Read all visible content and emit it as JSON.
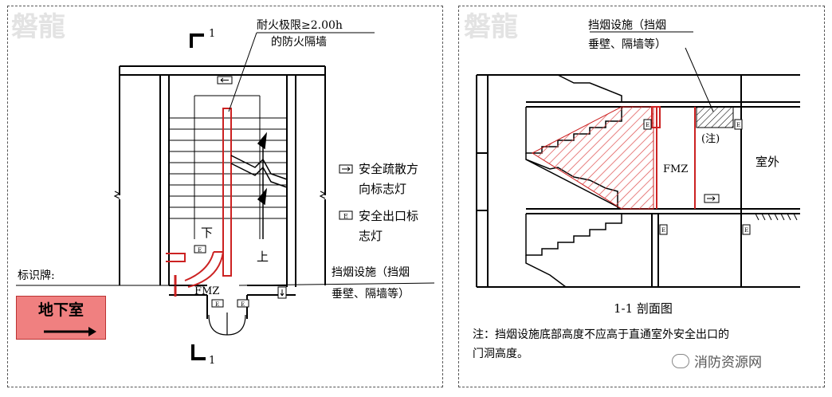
{
  "left_panel": {
    "watermark": "磐龍",
    "section_mark": "1",
    "fire_wall_label_line1": "耐火极限≥2.00h",
    "fire_wall_label_line2": "的防火隔墙",
    "legend": [
      {
        "icon": "evacuation-direction-sign-icon",
        "line1": "安全疏散方",
        "line2": "向标志灯"
      },
      {
        "icon": "exit-sign-icon",
        "line1": "安全出口标",
        "line2": "志灯"
      }
    ],
    "down_label": "下",
    "up_label": "上",
    "door_label": "FMZ",
    "sign_caption": "标识牌:",
    "smoke_barrier_line1": "挡烟设施（挡烟",
    "smoke_barrier_line2": "垂壁、隔墙等）",
    "basement_sign": {
      "text": "地下室",
      "arrow": "arrow-right-icon"
    }
  },
  "right_panel": {
    "watermark": "磐龍",
    "smoke_barrier_line1": "挡烟设施（挡烟",
    "smoke_barrier_line2": "垂壁、隔墙等）",
    "note_mark": "(注)",
    "door_label": "FMZ",
    "outdoor_label": "室外",
    "section_title": "1-1 剖面图",
    "note_line1": "注：挡烟设施底部高度不应高于直通室外安全出口的",
    "note_line2": "门洞高度。"
  },
  "footer": {
    "text": "消防资源网",
    "icon": "wechat-icon"
  },
  "colors": {
    "fire_wall": "#cc2222",
    "hatch": "#e05555",
    "sign_bg": "#f08080",
    "line": "#000000"
  }
}
